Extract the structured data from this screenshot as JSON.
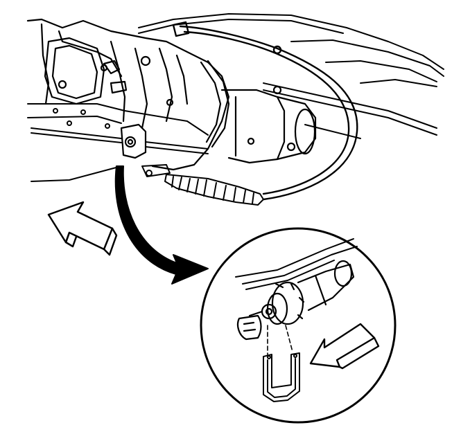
{
  "figure": {
    "labels": [],
    "colors": {
      "ink": "#000000",
      "paper": "#ffffff",
      "arrow_fill": "#ffffff",
      "callout_arrow_fill": "#000000"
    },
    "icons": {
      "direction_arrow_left": "outlined-block-arrow",
      "direction_arrow_detail": "outlined-block-arrow",
      "callout_arrow": "curved-solid-arrow"
    }
  }
}
